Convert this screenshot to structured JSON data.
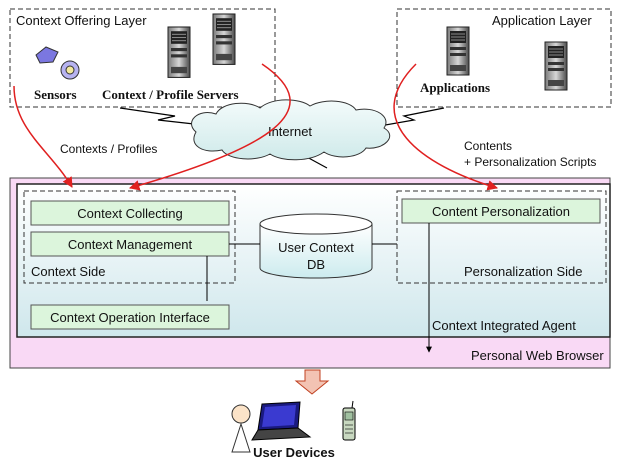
{
  "layers": {
    "context_offering": "Context Offering Layer",
    "application": "Application Layer"
  },
  "nodes": {
    "sensors": "Sensors",
    "servers": "Context / Profile Servers",
    "applications": "Applications",
    "internet": "Internet"
  },
  "flows": {
    "contexts_profiles": "Contexts / Profiles",
    "contents_line1": "Contents",
    "contents_line2": "+ Personalization Scripts"
  },
  "agent": {
    "context_collecting": "Context Collecting",
    "context_management": "Context Management",
    "context_side": "Context Side",
    "db_line1": "User Context",
    "db_line2": "DB",
    "content_personalization": "Content Personalization",
    "personalization_side": "Personalization Side",
    "operation_interface": "Context Operation Interface",
    "integrated_agent": "Context Integrated Agent",
    "browser": "Personal Web Browser"
  },
  "devices": {
    "label": "User Devices"
  },
  "colors": {
    "module_fill": "#dcf5dc",
    "browser_fill": "#f9d9f5",
    "agent_fill_top": "#ffffff",
    "agent_fill_bottom": "#cfe7ec",
    "flow_arrow": "#e02020",
    "internet_cloud": "#e0f2f2"
  },
  "icons": [
    "sensor-icon",
    "server-icon",
    "laptop-icon",
    "phone-icon",
    "person-icon",
    "down-arrow-icon"
  ]
}
